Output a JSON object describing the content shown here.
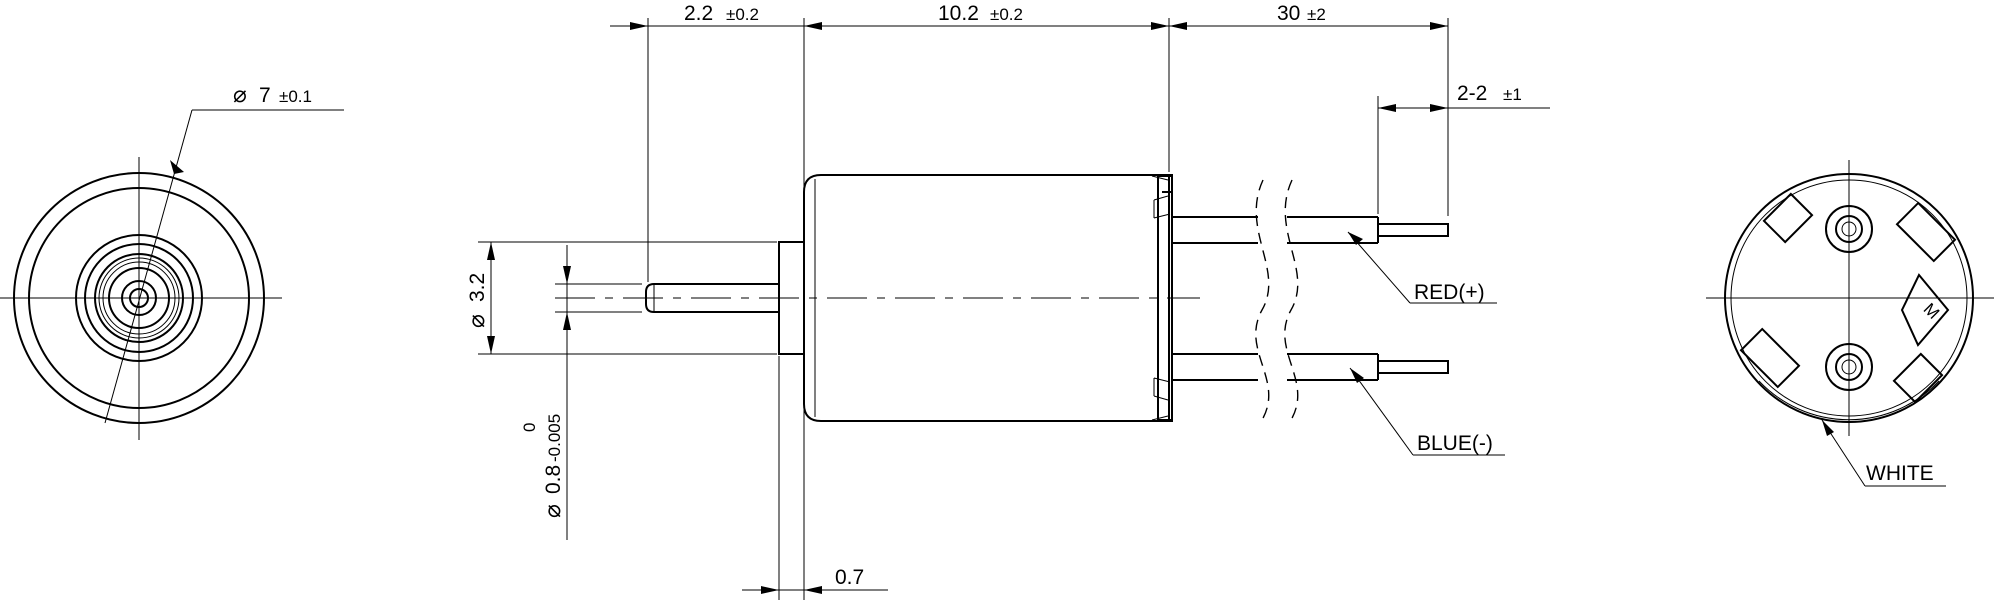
{
  "dimensions": {
    "outer_diameter": {
      "symbol": "⌀",
      "value": "7",
      "tol": "±0.1"
    },
    "shaft_length": {
      "value": "2.2",
      "tol": "±0.2"
    },
    "body_length": {
      "value": "10.2",
      "tol": "±0.2"
    },
    "lead_length": {
      "value": "30",
      "tol": "±2"
    },
    "lead_strip": {
      "value": "2-2",
      "tol": "±1"
    },
    "boss_diameter": {
      "symbol": "⌀",
      "value": "3.2"
    },
    "shaft_diameter": {
      "symbol": "⌀",
      "value": "0.8",
      "tol_lower": "-0.005",
      "tol_upper": "0"
    },
    "flange_thickness": {
      "value": "0.7"
    }
  },
  "labels": {
    "red_wire": "RED(+)",
    "blue_wire": "BLUE(-)",
    "white_mark": "WHITE"
  },
  "logo_glyph": "M"
}
